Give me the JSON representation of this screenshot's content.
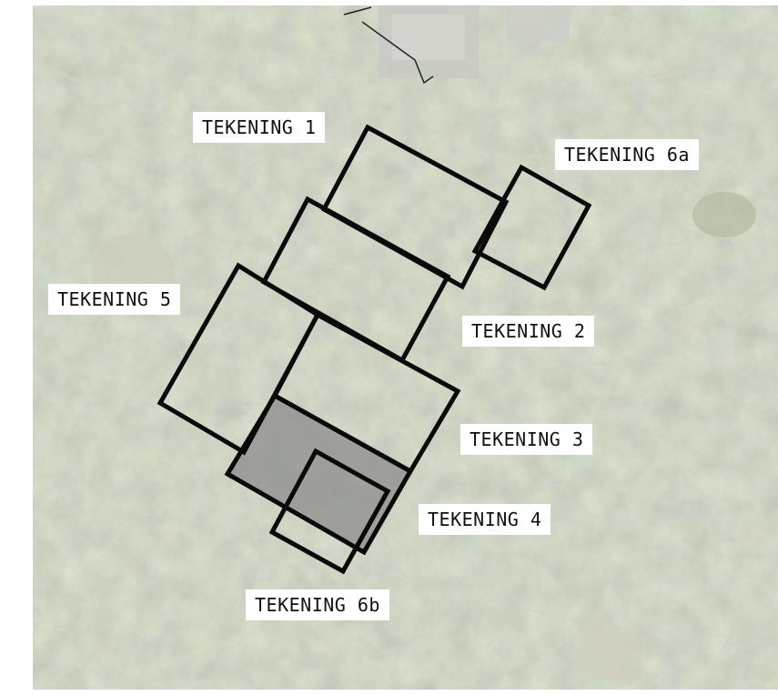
{
  "labels": {
    "tekening_1": "TEKENING 1",
    "tekening_6a": "TEKENING 6a",
    "tekening_5": "TEKENING 5",
    "tekening_2": "TEKENING 2",
    "tekening_3": "TEKENING 3",
    "tekening_4": "TEKENING 4",
    "tekening_6b": "TEKENING 6b"
  },
  "colors": {
    "outline": "#0a0a0a",
    "label_bg": "#ffffff",
    "highlight_fill": "#8c8c8c",
    "map_tint": "#c9ccc2"
  }
}
